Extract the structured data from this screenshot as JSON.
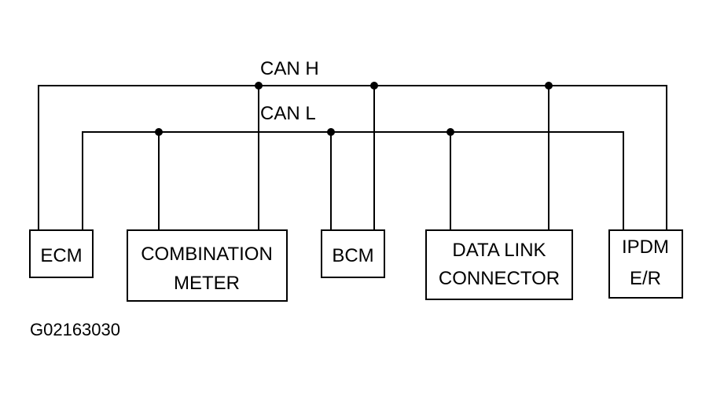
{
  "buses": {
    "can_h": "CAN H",
    "can_l": "CAN L"
  },
  "modules": {
    "ecm": {
      "line1": "ECM"
    },
    "combination_meter": {
      "line1": "COMBINATION",
      "line2": "METER"
    },
    "bcm": {
      "line1": "BCM"
    },
    "data_link_connector": {
      "line1": "DATA LINK",
      "line2": "CONNECTOR"
    },
    "ipdm": {
      "line1": "IPDM",
      "line2": "E/R"
    }
  },
  "figure_code": "G02163030"
}
